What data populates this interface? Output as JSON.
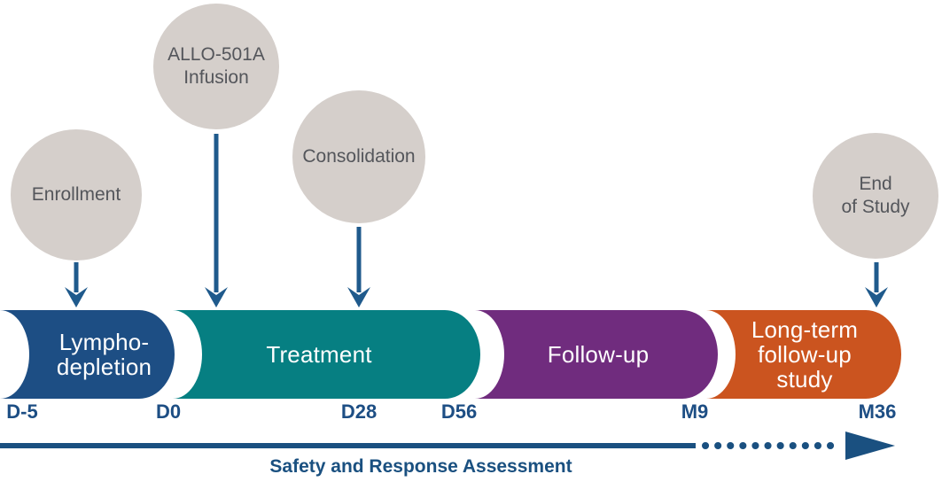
{
  "milestones": [
    {
      "name": "enrollment",
      "line1": "Enrollment",
      "line2": ""
    },
    {
      "name": "allo-infusion",
      "line1": "ALLO-501A",
      "line2": "Infusion"
    },
    {
      "name": "consolidation",
      "line1": "Consolidation",
      "line2": ""
    },
    {
      "name": "end-of-study",
      "line1": "End",
      "line2": "of Study"
    }
  ],
  "phases": [
    {
      "name": "lymphodepletion",
      "line1": "Lympho-",
      "line2": "depletion",
      "line3": "",
      "color": "#1D4E84",
      "start": "D-5",
      "end": "D0"
    },
    {
      "name": "treatment",
      "line1": "Treatment",
      "line2": "",
      "line3": "",
      "color": "#067F82",
      "start": "D0",
      "end": "D56"
    },
    {
      "name": "followup",
      "line1": "Follow-up",
      "line2": "",
      "line3": "",
      "color": "#702C7E",
      "start": "D56",
      "end": "M9"
    },
    {
      "name": "longterm-followup",
      "line1": "Long-term",
      "line2": "follow-up",
      "line3": "study",
      "color": "#CB541F",
      "start": "M9",
      "end": "M36"
    }
  ],
  "timeline": {
    "ticks": [
      {
        "label": "D-5"
      },
      {
        "label": "D0"
      },
      {
        "label": "D28"
      },
      {
        "label": "D56"
      },
      {
        "label": "M9"
      },
      {
        "label": "M36"
      }
    ]
  },
  "assessment": {
    "label": "Safety and Response Assessment"
  },
  "colors": {
    "phase_lymphodepletion": "#1D4E84",
    "phase_treatment": "#067F82",
    "phase_followup": "#702C7E",
    "phase_longterm": "#CB541F",
    "circle_fill": "#D5CFCB",
    "circle_text": "#54565B",
    "arrow_blue": "#1F5A8C",
    "tick_text": "#1D4E84",
    "assessment_line": "#1A5080"
  }
}
